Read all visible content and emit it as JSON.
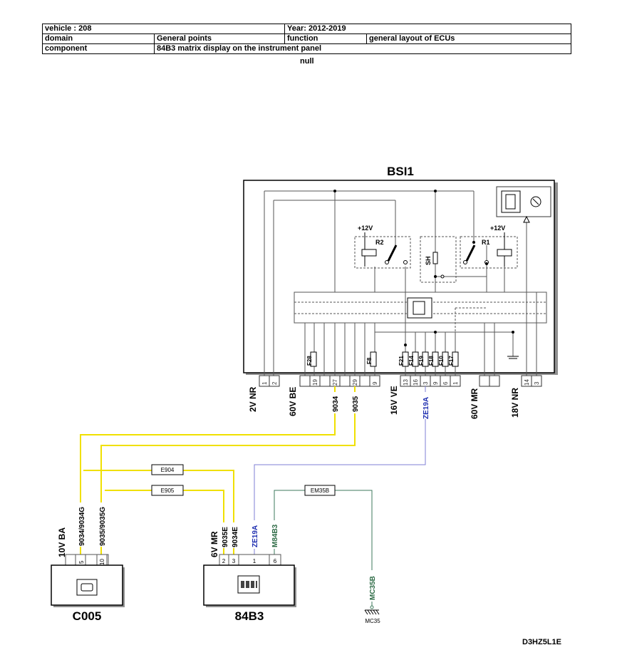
{
  "header": {
    "vehicle": "vehicle : 208",
    "year": "Year: 2012-2019",
    "domain_label": "domain",
    "domain_value": "General points",
    "function_label": "function",
    "function_value": "general layout of ECUs",
    "component_label": "component",
    "component_value": "84B3 matrix display on the instrument panel",
    "null_text": "null"
  },
  "bsi": {
    "title": "BSI1",
    "relay_r2": "R2",
    "relay_r1": "R1",
    "shunt": "SH",
    "supply_left": "+12V",
    "supply_right": "+12V",
    "fuses": [
      "F28",
      "F8",
      "F21",
      "F14",
      "F19",
      "F18",
      "F10",
      "F17"
    ],
    "pins": [
      "1",
      "2",
      "19",
      "27",
      "29",
      "9",
      "13",
      "16",
      "3",
      "9",
      "6",
      "1",
      "14",
      "3"
    ]
  },
  "connectors": {
    "c1": "2V NR",
    "c2": "60V BE",
    "c3": "16V VE",
    "c4": "60V MR",
    "c5": "18V NR"
  },
  "wires": {
    "w9034": "9034",
    "w9035": "9035",
    "ze19a_top": "ZE19A",
    "ze19a_bottom": "ZE19A",
    "m84b3": "M84B3",
    "c005_w1": "9034/9034G",
    "c005_w2": "9035/9035G",
    "b84_w1": "9035E",
    "b84_w2": "9034E",
    "mc35b": "MC35B"
  },
  "junctions": {
    "e904": "E904",
    "e905": "E905",
    "em35b": "EM35B"
  },
  "c005": {
    "name": "C005",
    "connector": "10V BA",
    "pins": [
      "5",
      "10"
    ]
  },
  "b84": {
    "name": "84B3",
    "connector": "6V MR",
    "pins": [
      "2",
      "3",
      "1",
      "6"
    ]
  },
  "ground": {
    "label": "MC35"
  },
  "ref_code": "D3HZ5L1E",
  "colors": {
    "yellow": "#f0e000",
    "blue": "#7f7fd6",
    "blue_text": "#1f2fb0",
    "green": "#3d7a5c",
    "green_text": "#2e6b46"
  }
}
